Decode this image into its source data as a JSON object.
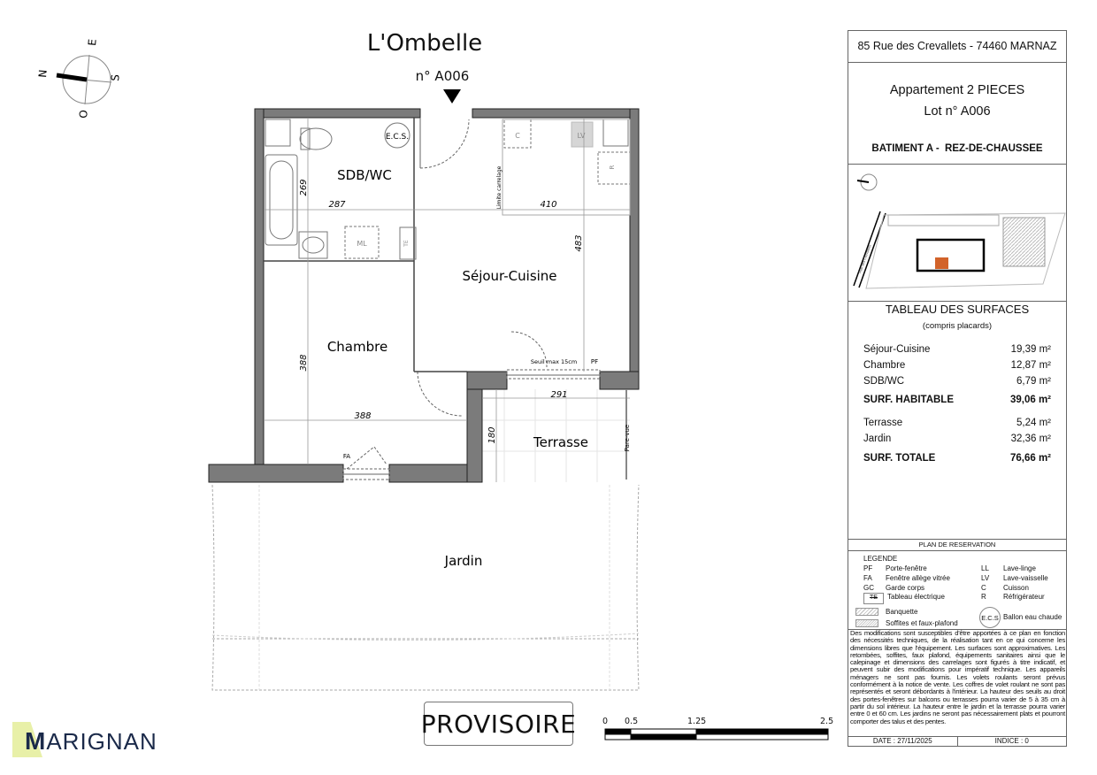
{
  "header": {
    "title": "L'Ombelle",
    "lot_number": "n° A006"
  },
  "compass": {
    "north": "N",
    "east": "E",
    "south": "S",
    "west": "O"
  },
  "plan": {
    "rooms": {
      "sdb": "SDB/WC",
      "sejour": "Séjour-Cuisine",
      "chambre": "Chambre",
      "terrasse": "Terrasse",
      "jardin": "Jardin"
    },
    "dimensions": {
      "sdb_height": "269",
      "sdb_width": "287",
      "sejour_width": "410",
      "sejour_height": "483",
      "chambre_height": "388",
      "chambre_width": "388",
      "terrasse_width": "291",
      "terrasse_depth": "180"
    },
    "annotations": {
      "ecs": "E.C.S.",
      "limite": "Limite carrelage",
      "seuil": "Seuil max 15cm",
      "pf": "PF",
      "fa": "FA",
      "pare_vue": "Pare-vue",
      "ml": "ML",
      "te": "TE",
      "c": "C",
      "lv": "LV",
      "r": "R"
    }
  },
  "stamp": "PROVISOIRE",
  "scale": {
    "labels": [
      "0",
      "0.5",
      "1.25",
      "2.5"
    ]
  },
  "logo": {
    "text": "MARIGNAN"
  },
  "panel": {
    "address": "85 Rue des Crevallets - 74460 MARNAZ",
    "apartment": "Appartement 2 PIECES",
    "lot": "Lot n° A006",
    "building": "BATIMENT A -  REZ-DE-CHAUSSEE",
    "site_plan": {
      "street": "Rue des Crevallets",
      "highlight_color": "#d2632a"
    },
    "table": {
      "title": "TABLEAU DES SURFACES",
      "subtitle": "(compris placards)",
      "rows": [
        {
          "label": "Séjour-Cuisine",
          "value": "19,39 m²"
        },
        {
          "label": "Chambre",
          "value": "12,87 m²"
        },
        {
          "label": "SDB/WC",
          "value": "6,79 m²"
        },
        {
          "label": "SURF. HABITABLE",
          "value": "39,06 m²"
        },
        {
          "label": "Terrasse",
          "value": "5,24 m²"
        },
        {
          "label": "Jardin",
          "value": "32,36 m²"
        },
        {
          "label": "SURF. TOTALE",
          "value": "76,66 m²"
        }
      ]
    },
    "reservation": "PLAN DE RESERVATION",
    "legend": {
      "title": "LEGENDE",
      "left": [
        {
          "code": "PF",
          "label": "Porte-fenêtre"
        },
        {
          "code": "FA",
          "label": "Fenêtre allège vitrée"
        },
        {
          "code": "GC",
          "label": "Garde corps"
        },
        {
          "code": "TE",
          "label": "Tableau électrique"
        }
      ],
      "right": [
        {
          "code": "LL",
          "label": "Lave-linge"
        },
        {
          "code": "LV",
          "label": "Lave-vaisselle"
        },
        {
          "code": "C",
          "label": "Cuisson"
        },
        {
          "code": "R",
          "label": "Réfrigérateur"
        }
      ],
      "hatch": [
        {
          "label": "Banquette"
        },
        {
          "label": "Soffites et faux-plafond"
        }
      ],
      "ecs": {
        "code": "E.C.S",
        "label": "Ballon eau chaude"
      }
    },
    "disclaimer": "Des modifications sont susceptibles d'être apportées à ce plan en fonction des nécessités techniques, de la réalisation tant en ce qui concerne les dimensions libres que l'équipement. Les surfaces sont approximatives. Les retombées, soffites, faux plafond, équipements sanitaires ainsi que le calepinage et dimensions des carrelages sont figurés à titre indicatif, et peuvent subir des modifications pour impératif technique. Les appareils ménagers ne sont pas fournis. Les volets roulants seront prévus conformément à la notice de vente. Les coffres de volet roulant ne sont pas représentés et seront débordants à l'intérieur. La hauteur des seuils au droit des portes-fenêtres sur balcons ou terrasses pourra varier de 5 à 35 cm à partir du sol intérieur. La hauteur entre le jardin et la terrasse pourra varier entre 0 et 60 cm. Les jardins ne seront pas nécessairement plats et pourront comporter des talus et des pentes.",
    "date": "DATE : 27/11/2025",
    "indice": "INDICE : 0"
  }
}
